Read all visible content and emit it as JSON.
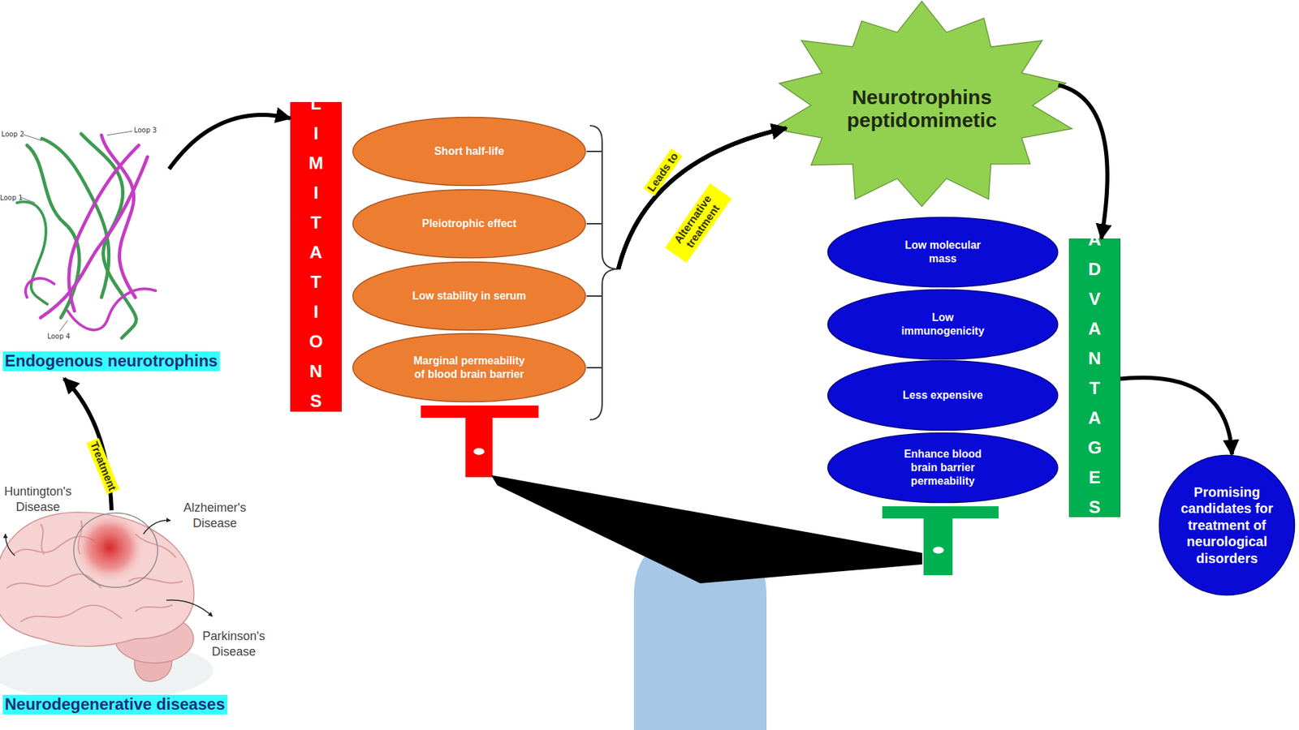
{
  "diagram": {
    "nodes": [
      {
        "text": [
          "Endogenous neurotrophins"
        ]
      },
      {
        "text": [
          "Neurodegenerative diseases"
        ]
      },
      {
        "text": [
          "LIMITATIONS"
        ]
      },
      {
        "text": [
          "Short half-life"
        ]
      },
      {
        "text": [
          "Pleiotrophic effect"
        ]
      },
      {
        "text": [
          "Low stability in serum"
        ]
      },
      {
        "text": [
          "Marginal permeability of blood brain barrier"
        ]
      },
      {
        "text": [
          "Neurotrophins peptidomimetic"
        ]
      },
      {
        "text": [
          "ADVANTAGES"
        ]
      },
      {
        "text": [
          "Low molecular mass"
        ]
      },
      {
        "text": [
          "Low immunogenicity"
        ]
      },
      {
        "text": [
          "Less expensive"
        ]
      },
      {
        "text": [
          "Enhance blood brain barrier permeability"
        ]
      },
      {
        "text": [
          "Promising candidates for treatment of neurological disorders"
        ]
      }
    ],
    "edges": [
      {
        "from": 1,
        "to": 0,
        "label": "Treatment",
        "arrow": "to"
      },
      {
        "from": 0,
        "to": 2,
        "arrow": "to"
      },
      {
        "from": 3,
        "to": 7,
        "arrow": "to"
      },
      {
        "from": 4,
        "to": 7,
        "arrow": "to"
      },
      {
        "from": 5,
        "to": 7,
        "arrow": "to"
      },
      {
        "from": 6,
        "to": 7,
        "arrow": "to"
      },
      {
        "from": 7,
        "to": 8,
        "arrow": "to"
      },
      {
        "from": 8,
        "to": 13,
        "arrow": "to"
      }
    ],
    "labels": [
      "Loop 2",
      "Loop 3",
      "Loop 1",
      "Loop 4",
      "Leads to",
      "Alternative treatment",
      "Huntington's Disease",
      "Alzheimer's Disease",
      "Parkinson's Disease"
    ]
  }
}
